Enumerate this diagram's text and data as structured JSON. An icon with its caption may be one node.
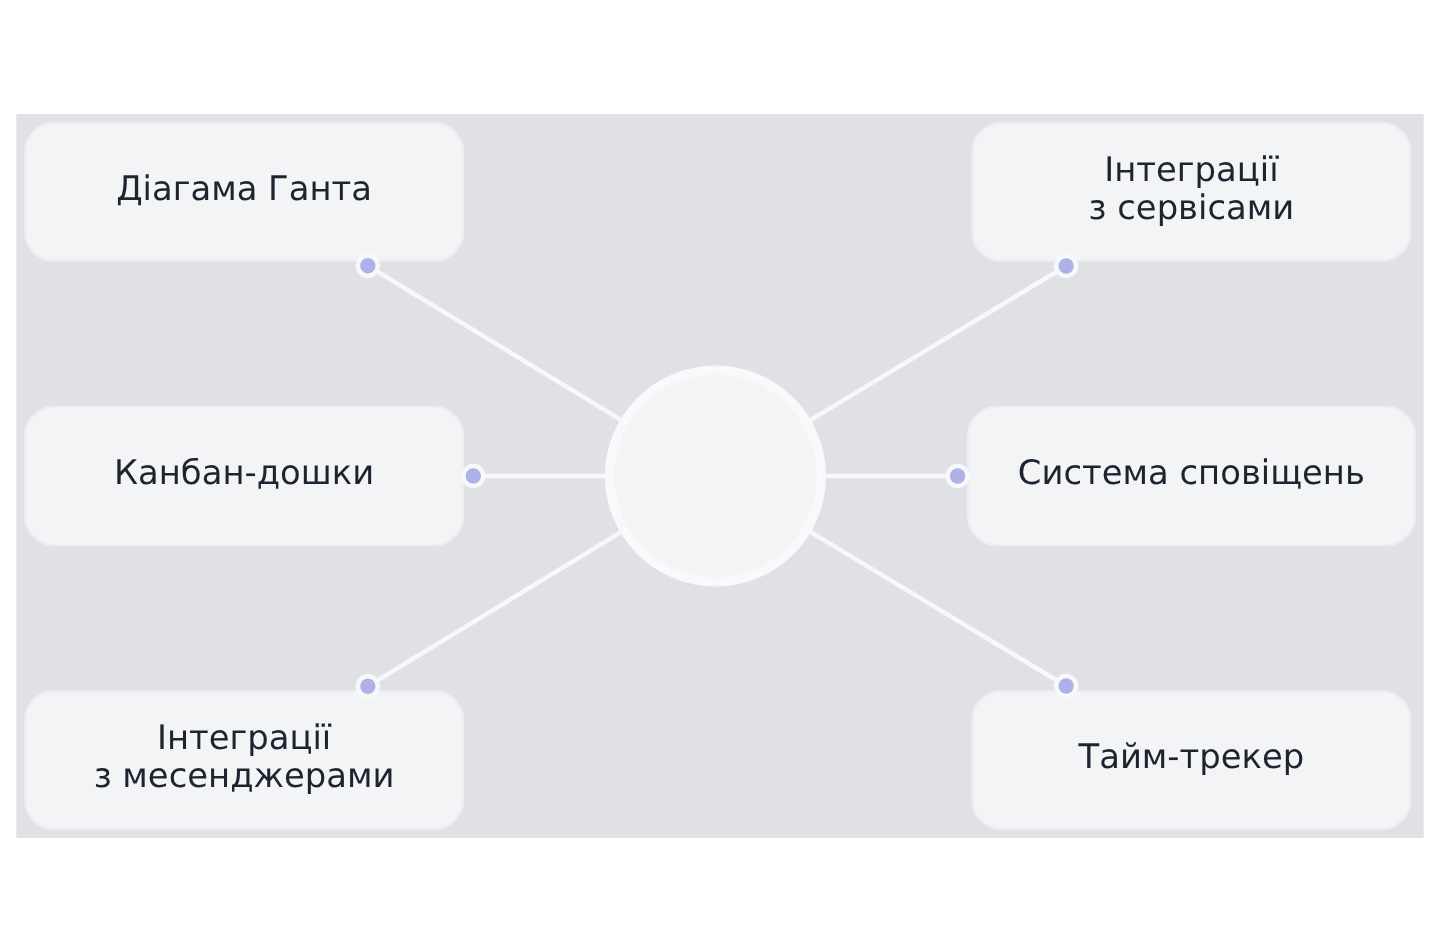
{
  "diagram": {
    "nodes": [
      {
        "text": [
          "Діагама Ганта"
        ]
      },
      {
        "text": [
          "Інтеграції з сервісами"
        ]
      },
      {
        "text": [
          "Канбан-дошки"
        ]
      },
      {
        "text": [],
        "shape": "circle"
      },
      {
        "text": [
          "Система сповіщень"
        ]
      },
      {
        "text": [
          "Інтеграції з месенджерами"
        ]
      },
      {
        "text": [
          "Тайм-трекер"
        ]
      }
    ],
    "edges": [
      {
        "from": 0,
        "to": 3,
        "arrow": "other"
      },
      {
        "from": 3,
        "to": 1,
        "arrow": "other"
      },
      {
        "from": 2,
        "to": 3,
        "arrow": "other"
      },
      {
        "from": 3,
        "to": 4,
        "arrow": "other"
      },
      {
        "from": 5,
        "to": 3,
        "arrow": "other"
      },
      {
        "from": 3,
        "to": 6,
        "arrow": "other"
      }
    ]
  }
}
